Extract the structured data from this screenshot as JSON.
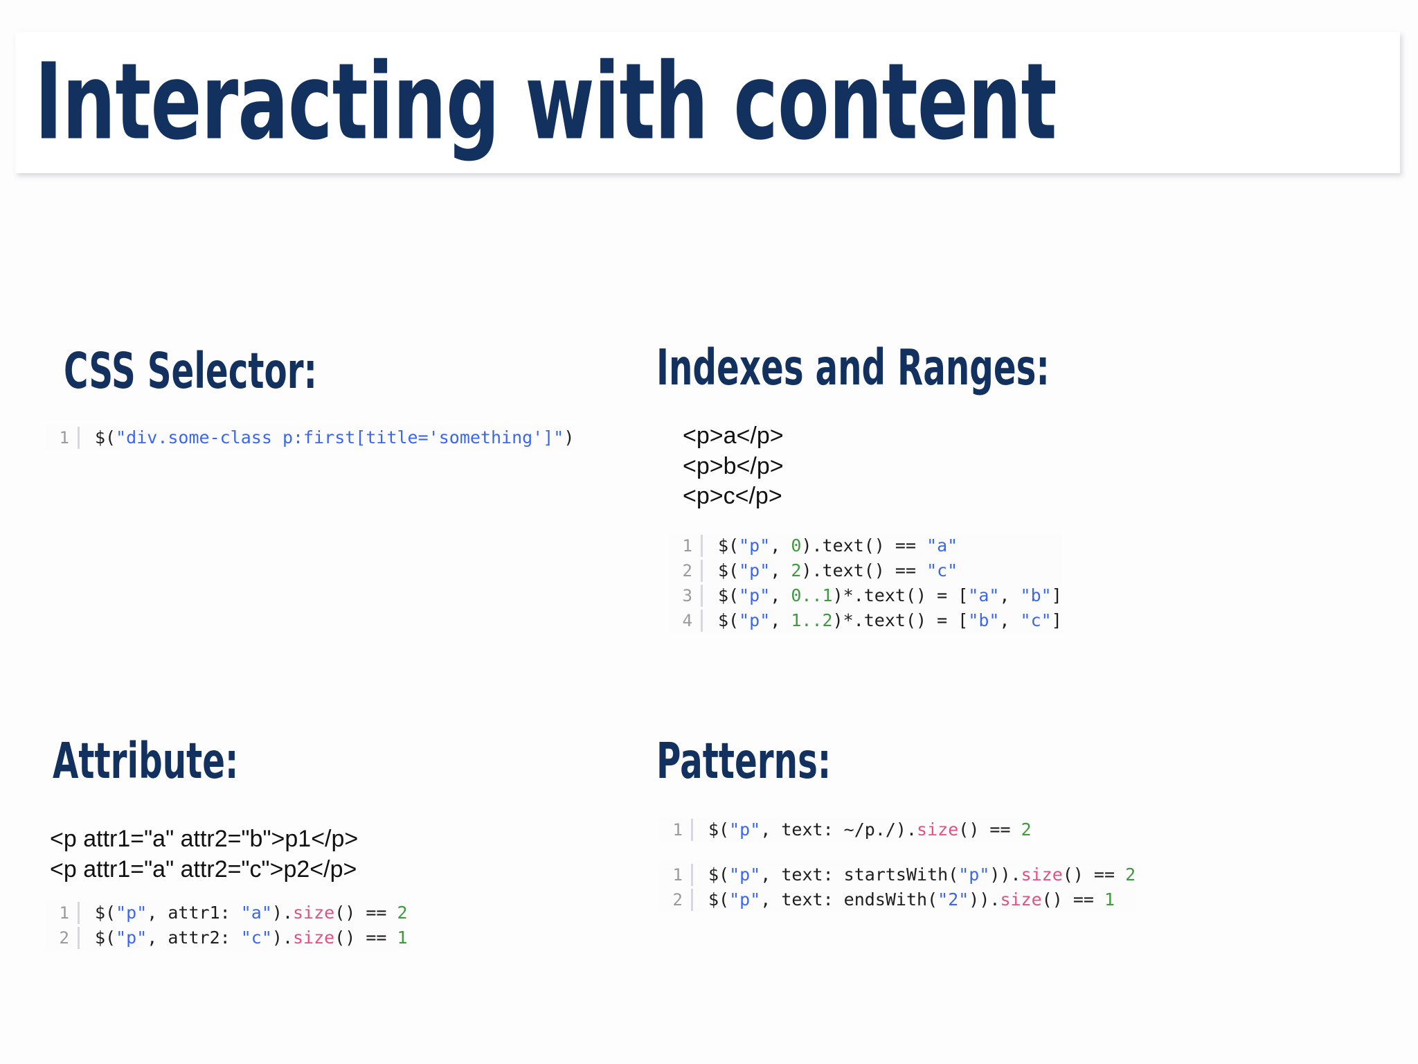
{
  "slide": {
    "title": "Interacting with content",
    "title_color": "#12315e",
    "background": "#ffffff"
  },
  "sections": {
    "css_selector": {
      "heading": "CSS Selector:",
      "code": [
        {
          "n": "1",
          "tokens": [
            {
              "t": "$(",
              "c": "pln"
            },
            {
              "t": "\"",
              "c": "str"
            },
            {
              "t": "div.some-class p:first[title='something']",
              "c": "sel"
            },
            {
              "t": "\"",
              "c": "str"
            },
            {
              "t": ")",
              "c": "pln"
            }
          ]
        }
      ]
    },
    "indexes_and_ranges": {
      "heading": "Indexes and Ranges:",
      "snippet": "<p>a</p>\n<p>b</p>\n<p>c</p>",
      "code": [
        {
          "n": "1",
          "tokens": [
            {
              "t": "$(",
              "c": "pln"
            },
            {
              "t": "\"p\"",
              "c": "str"
            },
            {
              "t": ", ",
              "c": "pln"
            },
            {
              "t": "0",
              "c": "num"
            },
            {
              "t": ").text() == ",
              "c": "pln"
            },
            {
              "t": "\"a\"",
              "c": "str"
            }
          ]
        },
        {
          "n": "2",
          "tokens": [
            {
              "t": "$(",
              "c": "pln"
            },
            {
              "t": "\"p\"",
              "c": "str"
            },
            {
              "t": ", ",
              "c": "pln"
            },
            {
              "t": "2",
              "c": "num"
            },
            {
              "t": ").text() == ",
              "c": "pln"
            },
            {
              "t": "\"c\"",
              "c": "str"
            }
          ]
        },
        {
          "n": "3",
          "tokens": [
            {
              "t": "$(",
              "c": "pln"
            },
            {
              "t": "\"p\"",
              "c": "str"
            },
            {
              "t": ", ",
              "c": "pln"
            },
            {
              "t": "0..1",
              "c": "num"
            },
            {
              "t": ")*.text() = [",
              "c": "pln"
            },
            {
              "t": "\"a\"",
              "c": "str"
            },
            {
              "t": ", ",
              "c": "pln"
            },
            {
              "t": "\"b\"",
              "c": "str"
            },
            {
              "t": "]",
              "c": "pln"
            }
          ]
        },
        {
          "n": "4",
          "tokens": [
            {
              "t": "$(",
              "c": "pln"
            },
            {
              "t": "\"p\"",
              "c": "str"
            },
            {
              "t": ", ",
              "c": "pln"
            },
            {
              "t": "1..2",
              "c": "num"
            },
            {
              "t": ")*.text() = [",
              "c": "pln"
            },
            {
              "t": "\"b\"",
              "c": "str"
            },
            {
              "t": ", ",
              "c": "pln"
            },
            {
              "t": "\"c\"",
              "c": "str"
            },
            {
              "t": "]",
              "c": "pln"
            }
          ]
        }
      ]
    },
    "attribute": {
      "heading": "Attribute:",
      "snippet": "<p attr1=\"a\" attr2=\"b\">p1</p>\n<p attr1=\"a\" attr2=\"c\">p2</p>",
      "code": [
        {
          "n": "1",
          "tokens": [
            {
              "t": "$(",
              "c": "pln"
            },
            {
              "t": "\"p\"",
              "c": "str"
            },
            {
              "t": ", attr1: ",
              "c": "pln"
            },
            {
              "t": "\"a\"",
              "c": "str"
            },
            {
              "t": ").",
              "c": "pln"
            },
            {
              "t": "size",
              "c": "fn"
            },
            {
              "t": "() == ",
              "c": "pln"
            },
            {
              "t": "2",
              "c": "num"
            }
          ]
        },
        {
          "n": "2",
          "tokens": [
            {
              "t": "$(",
              "c": "pln"
            },
            {
              "t": "\"p\"",
              "c": "str"
            },
            {
              "t": ", attr2: ",
              "c": "pln"
            },
            {
              "t": "\"c\"",
              "c": "str"
            },
            {
              "t": ").",
              "c": "pln"
            },
            {
              "t": "size",
              "c": "fn"
            },
            {
              "t": "() == ",
              "c": "pln"
            },
            {
              "t": "1",
              "c": "num"
            }
          ]
        }
      ]
    },
    "patterns": {
      "heading": "Patterns:",
      "code_regex": [
        {
          "n": "1",
          "tokens": [
            {
              "t": "$(",
              "c": "pln"
            },
            {
              "t": "\"p\"",
              "c": "str"
            },
            {
              "t": ", text: ~/p./).",
              "c": "pln"
            },
            {
              "t": "size",
              "c": "fn"
            },
            {
              "t": "() == ",
              "c": "pln"
            },
            {
              "t": "2",
              "c": "num"
            }
          ]
        }
      ],
      "code_matchers": [
        {
          "n": "1",
          "tokens": [
            {
              "t": "$(",
              "c": "pln"
            },
            {
              "t": "\"p\"",
              "c": "str"
            },
            {
              "t": ", text: startsWith(",
              "c": "pln"
            },
            {
              "t": "\"p\"",
              "c": "str"
            },
            {
              "t": ")).",
              "c": "pln"
            },
            {
              "t": "size",
              "c": "fn"
            },
            {
              "t": "() == ",
              "c": "pln"
            },
            {
              "t": "2",
              "c": "num"
            }
          ]
        },
        {
          "n": "2",
          "tokens": [
            {
              "t": "$(",
              "c": "pln"
            },
            {
              "t": "\"p\"",
              "c": "str"
            },
            {
              "t": ", text: endsWith(",
              "c": "pln"
            },
            {
              "t": "\"2\"",
              "c": "str"
            },
            {
              "t": ")).",
              "c": "pln"
            },
            {
              "t": "size",
              "c": "fn"
            },
            {
              "t": "() == ",
              "c": "pln"
            },
            {
              "t": "1",
              "c": "num"
            }
          ]
        }
      ]
    }
  },
  "syntax_colors": {
    "string": "#3b67f0",
    "number": "#3f9a3f",
    "function": "#e0527f",
    "plain": "#1d1d1d",
    "line_number": "#9a9a9a"
  }
}
